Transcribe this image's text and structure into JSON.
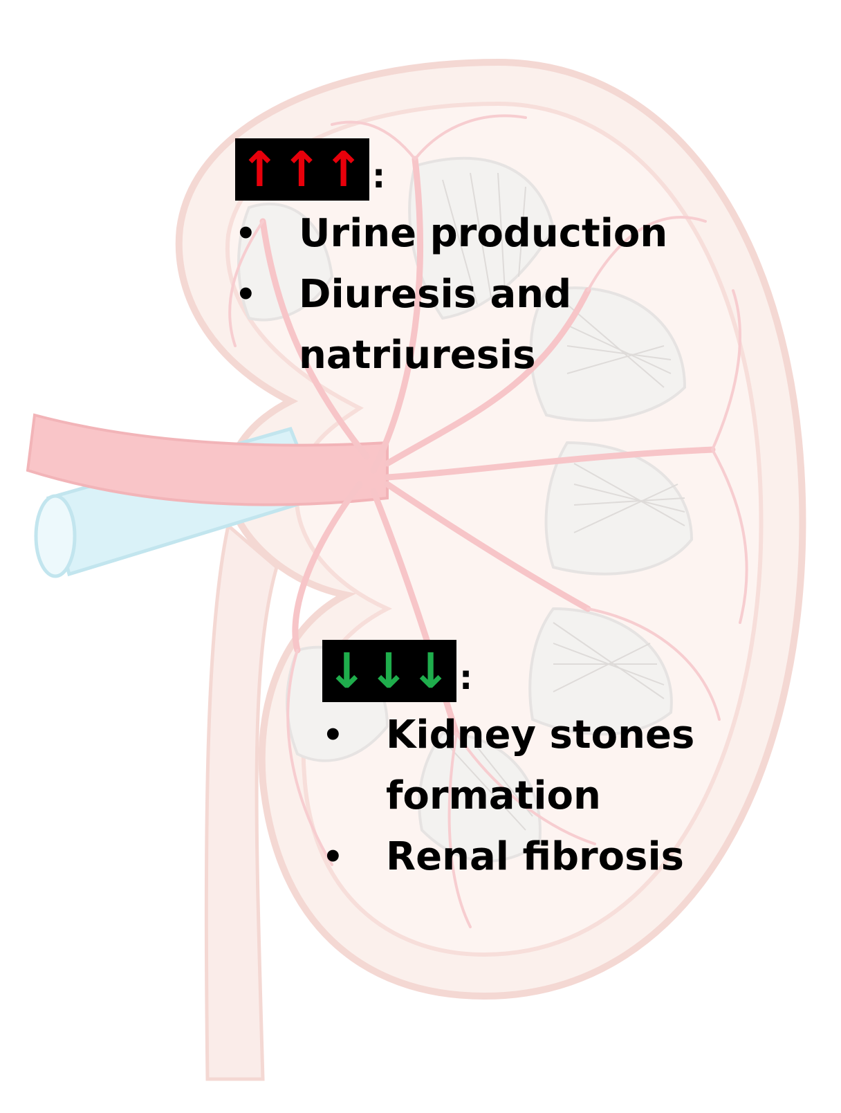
{
  "colors": {
    "up_arrow": "#e8000b",
    "down_arrow": "#1fad4c",
    "capsule": "#f3d4cc",
    "vessel": "#f0868a",
    "vein": "#b9e8f2",
    "medulla": "#e4e1de"
  },
  "up_block": {
    "arrows": "↑↑↑",
    "colon": ":",
    "items": [
      {
        "bullet": "•",
        "lines": [
          "Urine production"
        ]
      },
      {
        "bullet": "•",
        "lines": [
          "Diuresis and",
          "natriuresis"
        ]
      }
    ]
  },
  "down_block": {
    "arrows": "↓↓↓",
    "colon": ":",
    "items": [
      {
        "bullet": "•",
        "lines": [
          "Kidney stones",
          "formation"
        ]
      },
      {
        "bullet": "•",
        "lines": [
          "Renal fibrosis"
        ]
      }
    ]
  }
}
